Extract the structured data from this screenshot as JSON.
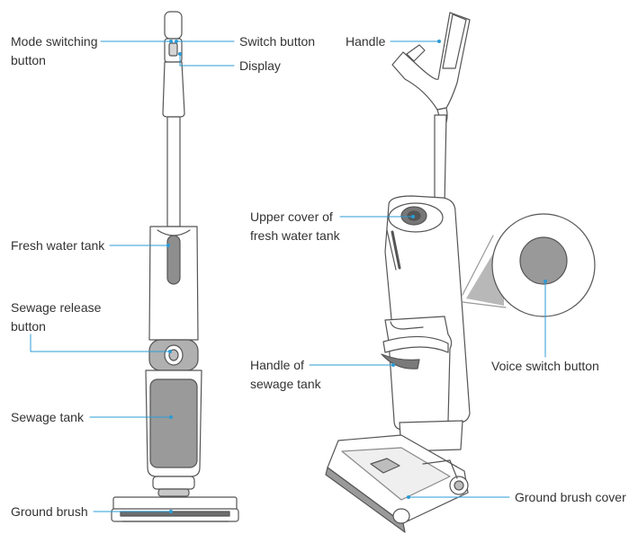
{
  "labels": {
    "mode_switching_button": [
      "Mode switching",
      "button"
    ],
    "switch_button": "Switch button",
    "display": "Display",
    "fresh_water_tank": "Fresh water tank",
    "sewage_release_button": [
      "Sewage release",
      "button"
    ],
    "sewage_tank": "Sewage tank",
    "ground_brush": "Ground brush",
    "handle": "Handle",
    "upper_cover_fresh_water_tank": [
      "Upper cover of",
      "fresh water tank"
    ],
    "handle_of_sewage_tank": [
      "Handle of",
      "sewage tank"
    ],
    "voice_switch_button": "Voice switch button",
    "ground_brush_cover": "Ground brush cover"
  },
  "colors": {
    "leader_line": "#2b9bd6",
    "outline": "#555555",
    "tank_fill": "#9a9a9a",
    "dark_fill": "#7a7a7a",
    "light_fill": "#ffffff",
    "zoom_cone": "#b8b8b8",
    "button_fill": "#999999"
  }
}
